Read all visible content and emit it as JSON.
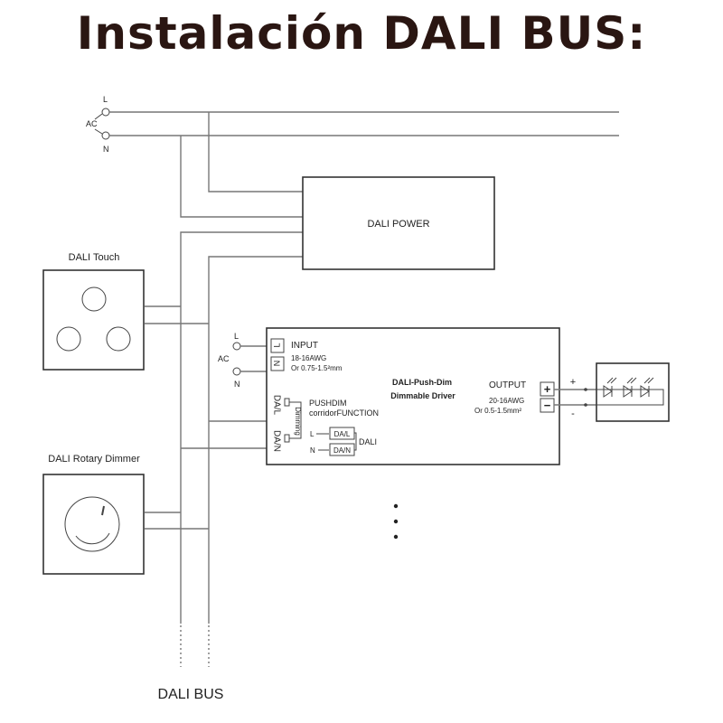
{
  "title": "Instalación DALI BUS:",
  "ac_top": {
    "l": "L",
    "ac": "AC",
    "n": "N"
  },
  "dali_power": {
    "label": "DALI POWER"
  },
  "dali_touch": {
    "label": "DALI Touch"
  },
  "dali_rotary": {
    "label": "DALI Rotary Dimmer"
  },
  "driver": {
    "ac_l": "L",
    "ac": "AC",
    "ac_n": "N",
    "terminal_l": "L",
    "terminal_n": "N",
    "input_title": "INPUT",
    "input_awg": "18-16AWG",
    "input_mm": "Or 0.75-1.5²mm",
    "name_line1": "DALI-Push-Dim",
    "name_line2": "Dimmable Driver",
    "output_title": "OUTPUT",
    "output_awg": "20-16AWG",
    "output_mm": "Or 0.5-1.5mm²",
    "plus": "+",
    "minus": "−",
    "dal_label": "DA/L",
    "dan_label": "DA/N",
    "dimming": "Dimming",
    "pushdim": "PUSHDIM",
    "corridor": "corridorFUNCTION",
    "small_l": "L",
    "small_n": "N",
    "small_dal": "DA/L",
    "small_dan": "DA/N",
    "dali_small": "DALI"
  },
  "output_wires": {
    "plus": "+",
    "minus": "-"
  },
  "bus_label": "DALI BUS",
  "colors": {
    "title": "#2a1612",
    "lines": "#777777",
    "text": "#222222"
  },
  "icons": [
    "led-strip-icon",
    "rotary-knob-icon",
    "touch-buttons-icon"
  ]
}
